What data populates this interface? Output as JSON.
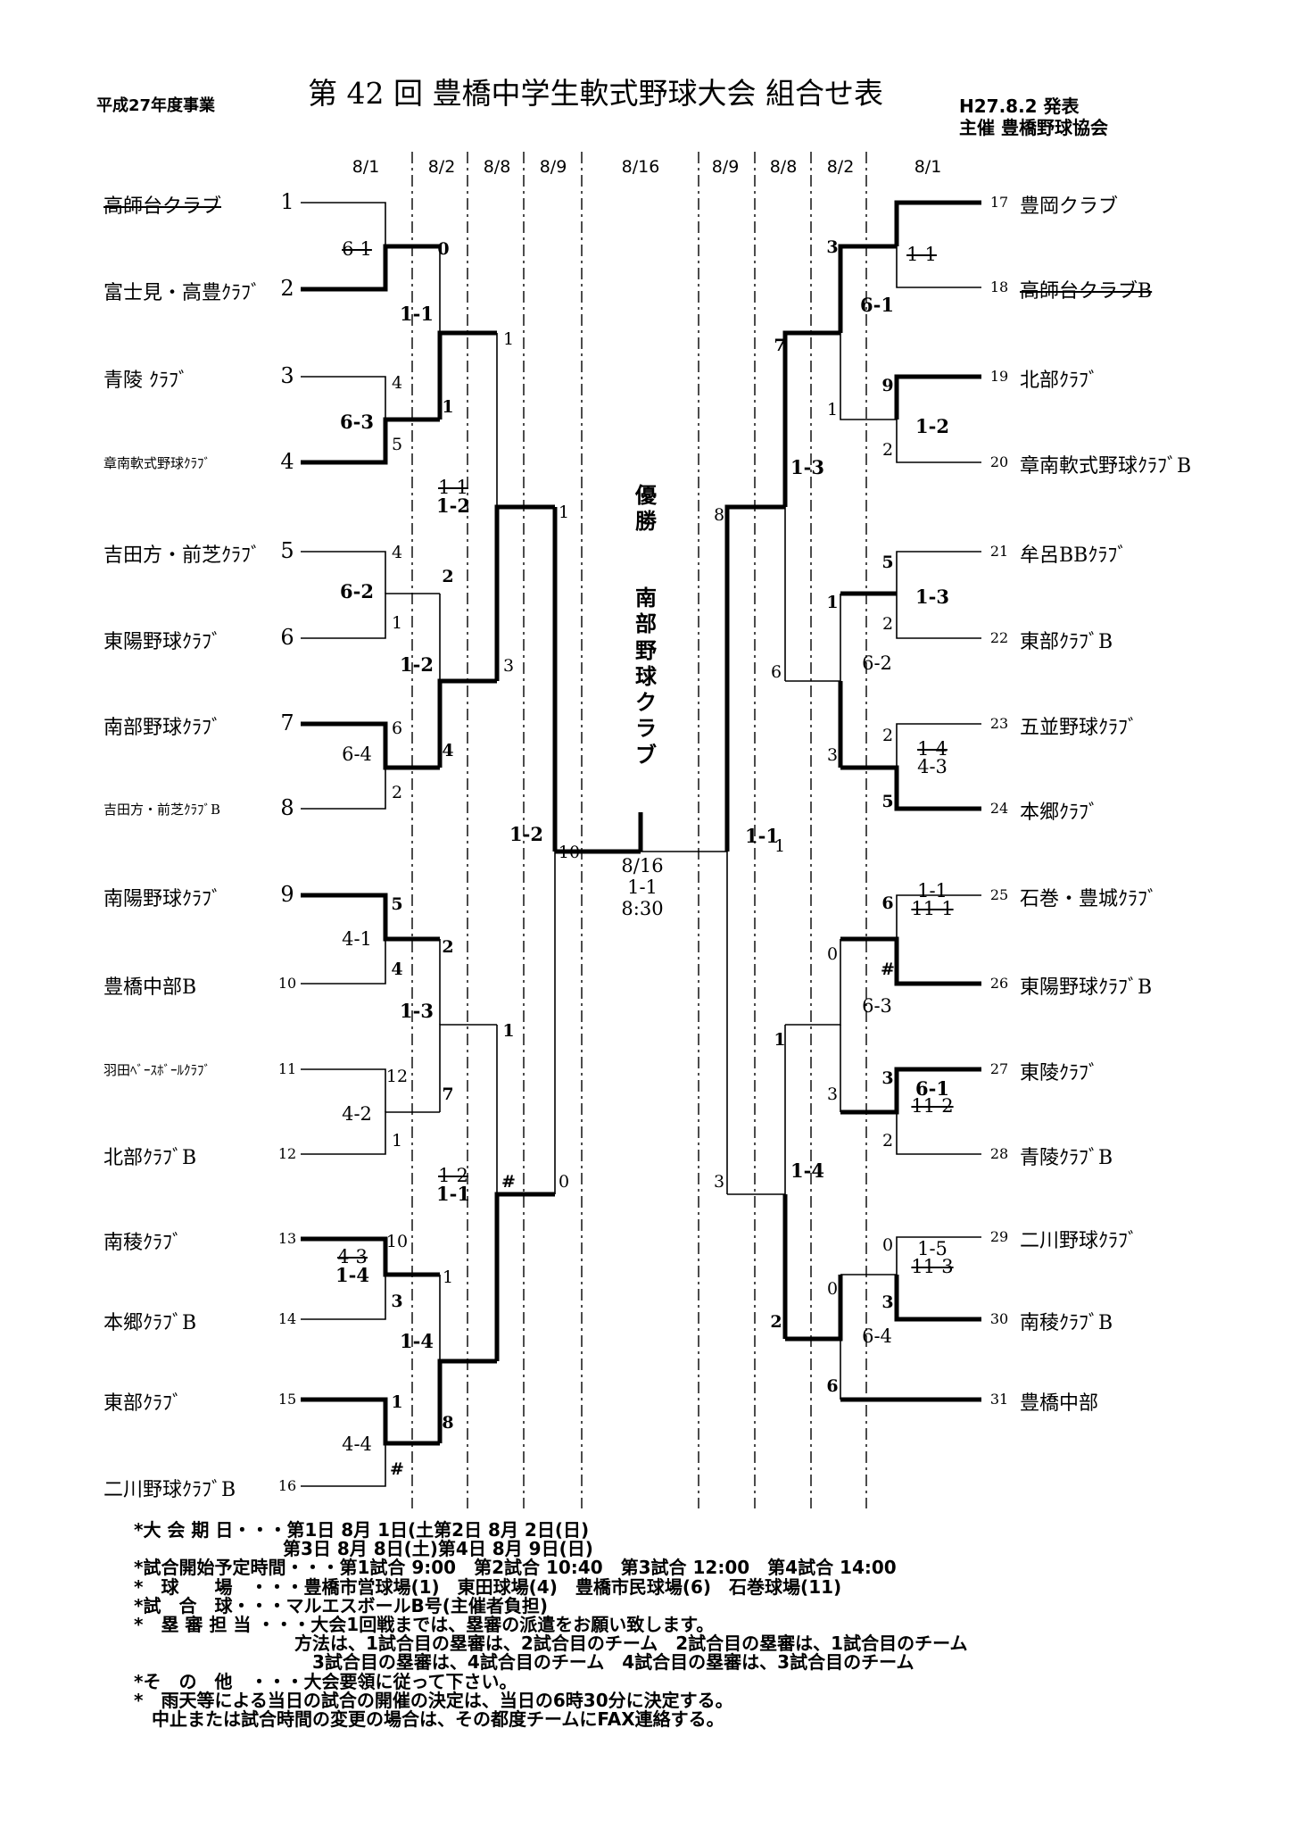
{
  "header": {
    "fiscal_label": "平成27年度事業",
    "title": "第 42 回 豊橋中学生軟式野球大会 組合せ表",
    "announced": "H27.8.2 発表",
    "organizer": "主催 豊橋野球協会"
  },
  "round_dates": [
    "8/1",
    "8/2",
    "8/8",
    "8/9",
    "8/16",
    "8/9",
    "8/8",
    "8/2",
    "8/1"
  ],
  "teams_left": [
    {
      "no": "1",
      "name": "高師台クラブ",
      "strike": true
    },
    {
      "no": "2",
      "name": "富士見・高豊ｸﾗﾌﾞ"
    },
    {
      "no": "3",
      "name": "青陵 ｸﾗﾌﾞ"
    },
    {
      "no": "4",
      "name": "章南軟式野球ｸﾗﾌﾞ",
      "small": true
    },
    {
      "no": "5",
      "name": "吉田方・前芝ｸﾗﾌﾞ"
    },
    {
      "no": "6",
      "name": "東陽野球ｸﾗﾌﾞ"
    },
    {
      "no": "7",
      "name": "南部野球ｸﾗﾌﾞ"
    },
    {
      "no": "8",
      "name": "吉田方・前芝ｸﾗﾌﾞB",
      "small": true
    },
    {
      "no": "9",
      "name": "南陽野球ｸﾗﾌﾞ"
    },
    {
      "no": "10",
      "name": "豊橋中部B"
    },
    {
      "no": "11",
      "name": "羽田ﾍﾞｰｽﾎﾞｰﾙｸﾗﾌﾞ",
      "small": true
    },
    {
      "no": "12",
      "name": "北部ｸﾗﾌﾞB"
    },
    {
      "no": "13",
      "name": "南稜ｸﾗﾌﾞ"
    },
    {
      "no": "14",
      "name": "本郷ｸﾗﾌﾞB"
    },
    {
      "no": "15",
      "name": "東部ｸﾗﾌﾞ"
    },
    {
      "no": "16",
      "name": "二川野球ｸﾗﾌﾞB"
    }
  ],
  "teams_right": [
    {
      "no": "17",
      "name": "豊岡クラブ"
    },
    {
      "no": "18",
      "name": "高師台クラブB",
      "strike": true
    },
    {
      "no": "19",
      "name": "北部ｸﾗﾌﾞ"
    },
    {
      "no": "20",
      "name": "章南軟式野球ｸﾗﾌﾞB"
    },
    {
      "no": "21",
      "name": "牟呂BBｸﾗﾌﾞ"
    },
    {
      "no": "22",
      "name": "東部ｸﾗﾌﾞB"
    },
    {
      "no": "23",
      "name": "五並野球ｸﾗﾌﾞ"
    },
    {
      "no": "24",
      "name": "本郷ｸﾗﾌﾞ"
    },
    {
      "no": "25",
      "name": "石巻・豊城ｸﾗﾌﾞ"
    },
    {
      "no": "26",
      "name": "東陽野球ｸﾗﾌﾞB"
    },
    {
      "no": "27",
      "name": "東陵ｸﾗﾌﾞ"
    },
    {
      "no": "28",
      "name": "青陵ｸﾗﾌﾞB"
    },
    {
      "no": "29",
      "name": "二川野球ｸﾗﾌﾞ"
    },
    {
      "no": "30",
      "name": "南稜ｸﾗﾌﾞB"
    },
    {
      "no": "31",
      "name": "豊橋中部"
    }
  ],
  "champion": {
    "label": "優勝",
    "team": "南部野球クラブ"
  },
  "final_info": {
    "date": "8/16",
    "match": "1-1",
    "time": "8:30"
  },
  "notes": [
    "*大 会 期 日・・・第1日 8月 1日(土第2日 8月 2日(日)",
    "　　　　　　　　 第3日 8月 8日(土)第4日 8月 9日(日)",
    "*試合開始予定時間・・・第1試合 9:00　第2試合 10:40　第3試合 12:00　第4試合 14:00",
    "*　球　　場　・・・豊橋市営球場(1)　東田球場(4)　豊橋市民球場(6)　石巻球場(11)",
    "*試　合　球・・・マルエスボールB号(主催者負担)",
    "*　塁 審 担 当 ・・・大会1回戦までは、塁審の派遣をお願い致します。",
    "　　　　　　　　　方法は、1試合目の塁審は、2試合目のチーム　2試合目の塁審は、1試合目のチーム",
    "　　　　　　　　　　3試合目の塁審は、4試合目のチーム　4試合目の塁審は、3試合目のチーム",
    "*そ　の　他　・・・大会要領に従って下さい。",
    "*　雨天等による当日の試合の開催の決定は、当日の6時30分に決定する。",
    "　中止または試合時間の変更の場合は、その都度チームにFAX連絡する。"
  ],
  "match_numbers": [
    {
      "t": "0",
      "b": true
    },
    {
      "t": "4"
    },
    {
      "t": "5"
    },
    {
      "t": "1",
      "b": true
    },
    {
      "t": "4"
    },
    {
      "t": "1"
    },
    {
      "t": "2",
      "b": true
    },
    {
      "t": "6"
    },
    {
      "t": "2"
    },
    {
      "t": "4",
      "b": true
    },
    {
      "t": "1"
    },
    {
      "t": "1"
    },
    {
      "t": "3"
    },
    {
      "t": "5",
      "b": true
    },
    {
      "t": "4",
      "b": true
    },
    {
      "t": "2",
      "b": true
    },
    {
      "t": "12"
    },
    {
      "t": "1"
    },
    {
      "t": "7",
      "b": true
    },
    {
      "t": "1",
      "b": true
    },
    {
      "t": "10"
    },
    {
      "t": "3",
      "b": true
    },
    {
      "t": "1"
    },
    {
      "t": "#",
      "b": true
    },
    {
      "t": "1",
      "b": true
    },
    {
      "t": "8",
      "b": true
    },
    {
      "t": "#",
      "b": true
    },
    {
      "t": "0"
    },
    {
      "t": "10"
    },
    {
      "t": "3",
      "b": true
    },
    {
      "t": "9",
      "b": true
    },
    {
      "t": "2"
    },
    {
      "t": "7",
      "b": true
    },
    {
      "t": "1"
    },
    {
      "t": "5",
      "b": true
    },
    {
      "t": "2"
    },
    {
      "t": "1",
      "b": true
    },
    {
      "t": "8"
    },
    {
      "t": "6"
    },
    {
      "t": "2"
    },
    {
      "t": "3"
    },
    {
      "t": "5",
      "b": true
    },
    {
      "t": "1"
    },
    {
      "t": "6",
      "b": true
    },
    {
      "t": "0"
    },
    {
      "t": "#",
      "b": true
    },
    {
      "t": "1",
      "b": true
    },
    {
      "t": "3"
    },
    {
      "t": "3",
      "b": true
    },
    {
      "t": "2"
    },
    {
      "t": "3"
    },
    {
      "t": "0"
    },
    {
      "t": "0"
    },
    {
      "t": "3",
      "b": true
    },
    {
      "t": "2",
      "b": true
    },
    {
      "t": "6",
      "b": true
    }
  ],
  "scores": [
    {
      "t": "6-1",
      "strike": true
    },
    {
      "t": "1-1",
      "b": true
    },
    {
      "t": "6-3",
      "b": true
    },
    {
      "t": "1-1",
      "strike": true
    },
    {
      "t": "1-2",
      "b": true
    },
    {
      "t": "6-2",
      "b": true
    },
    {
      "t": "1-2",
      "b": true
    },
    {
      "t": "6-4"
    },
    {
      "t": "1-2",
      "b": true
    },
    {
      "t": "4-1"
    },
    {
      "t": "1-3",
      "b": true
    },
    {
      "t": "4-2"
    },
    {
      "t": "1-2",
      "strike": true
    },
    {
      "t": "1-1",
      "b": true
    },
    {
      "t": "4-3",
      "strike": true
    },
    {
      "t": "1-4",
      "b": true
    },
    {
      "t": "1-4",
      "b": true
    },
    {
      "t": "4-4"
    },
    {
      "t": "1-1",
      "strike": true
    },
    {
      "t": "6-1",
      "b": true
    },
    {
      "t": "1-2",
      "b": true
    },
    {
      "t": "1-3",
      "b": true
    },
    {
      "t": "1-3",
      "b": true
    },
    {
      "t": "6-2"
    },
    {
      "t": "1-4",
      "strike": true
    },
    {
      "t": "4-3"
    },
    {
      "t": "1-1",
      "b": true
    },
    {
      "t": "1-1"
    },
    {
      "t": "11-1",
      "strike": true
    },
    {
      "t": "6-3"
    },
    {
      "t": "6-1",
      "b": true
    },
    {
      "t": "11-2",
      "strike": true
    },
    {
      "t": "1-4",
      "b": true
    },
    {
      "t": "1-5"
    },
    {
      "t": "11-3",
      "strike": true
    },
    {
      "t": "6-4"
    }
  ]
}
